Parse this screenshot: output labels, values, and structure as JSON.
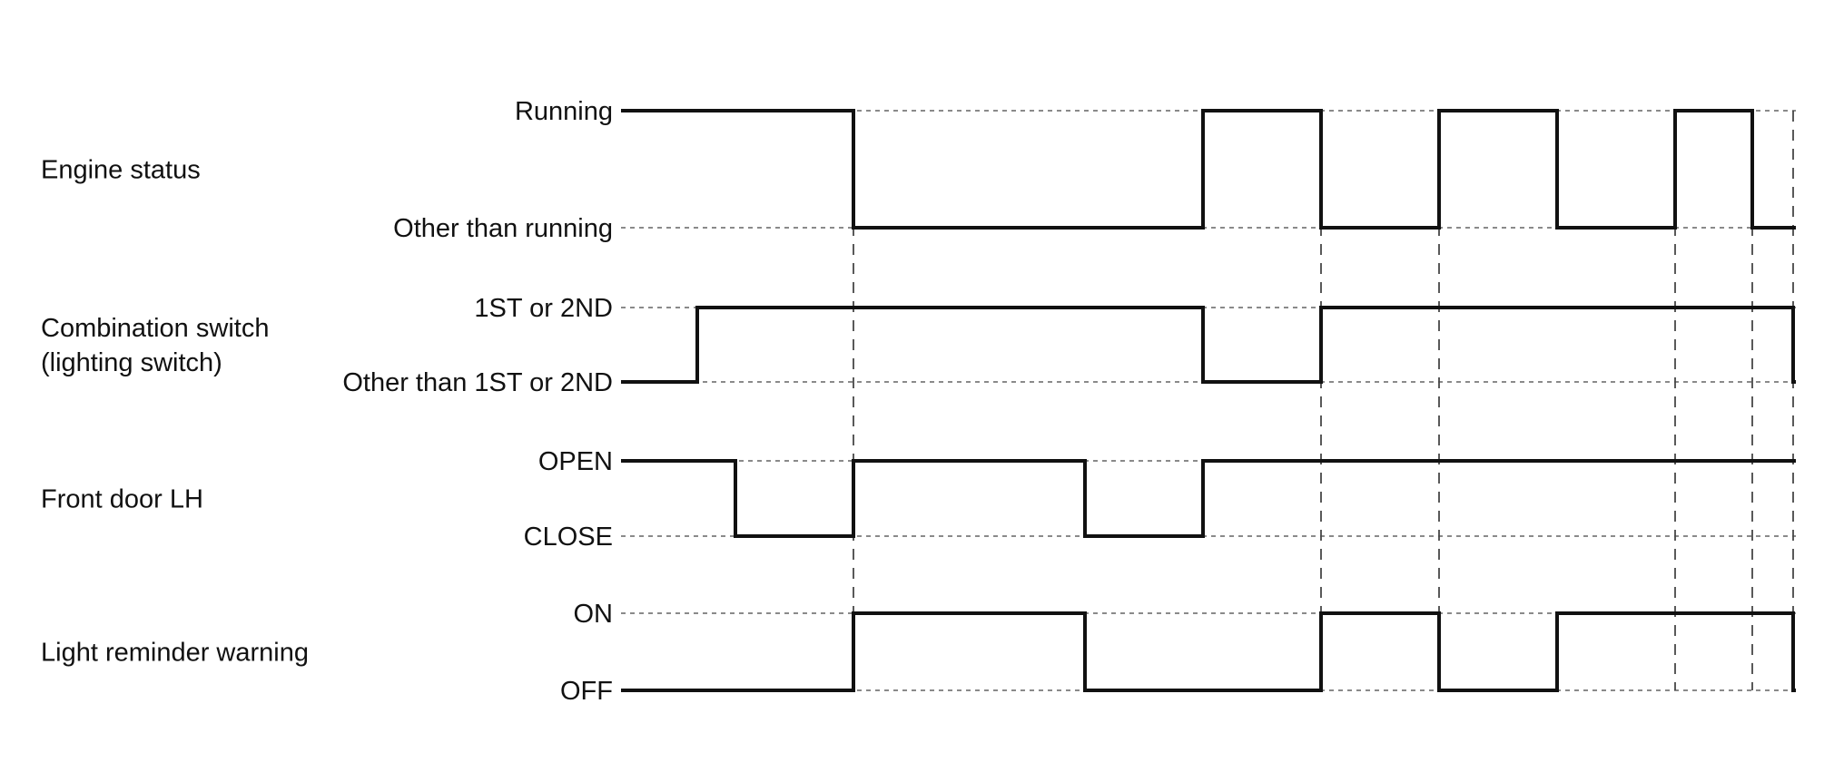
{
  "diagram": {
    "type": "timing-diagram",
    "colors": {
      "line": "#111111",
      "guide": "#444444",
      "background": "#ffffff"
    },
    "time_points": [
      "t0",
      "t1",
      "t2",
      "t3",
      "t4",
      "t5",
      "t6",
      "t7",
      "t8",
      "t9",
      "t10",
      "t11",
      "t12"
    ],
    "edge_guides": [
      "t3",
      "t6",
      "t7",
      "t9",
      "t10",
      "t11"
    ],
    "signals": [
      {
        "id": "engine-status",
        "name_lines": [
          "Engine status"
        ],
        "high_label": "Running",
        "low_label": "Other than running",
        "steps": [
          [
            "t0",
            "high"
          ],
          [
            "t3",
            "low"
          ],
          [
            "t5",
            "high"
          ],
          [
            "t6",
            "low"
          ],
          [
            "t7",
            "high"
          ],
          [
            "t8",
            "low"
          ],
          [
            "t9",
            "high"
          ],
          [
            "t10",
            "low"
          ]
        ]
      },
      {
        "id": "combination-switch",
        "name_lines": [
          "Combination switch",
          "(lighting switch)"
        ],
        "high_label": "1ST or 2ND",
        "low_label": "Other than 1ST or 2ND",
        "steps": [
          [
            "t0",
            "low"
          ],
          [
            "t1",
            "high"
          ],
          [
            "t5",
            "low"
          ],
          [
            "t6",
            "high"
          ],
          [
            "t11",
            "low"
          ]
        ]
      },
      {
        "id": "front-door-lh",
        "name_lines": [
          "Front door LH"
        ],
        "high_label": "OPEN",
        "low_label": "CLOSE",
        "steps": [
          [
            "t0",
            "high"
          ],
          [
            "t2",
            "low"
          ],
          [
            "t3",
            "high"
          ],
          [
            "t4",
            "low"
          ],
          [
            "t5",
            "high"
          ]
        ]
      },
      {
        "id": "light-reminder-warning",
        "name_lines": [
          "Light reminder warning"
        ],
        "high_label": "ON",
        "low_label": "OFF",
        "steps": [
          [
            "t0",
            "low"
          ],
          [
            "t3",
            "high"
          ],
          [
            "t4",
            "low"
          ],
          [
            "t6",
            "high"
          ],
          [
            "t7",
            "low"
          ],
          [
            "t8",
            "high"
          ],
          [
            "t11",
            "low"
          ]
        ]
      }
    ]
  }
}
